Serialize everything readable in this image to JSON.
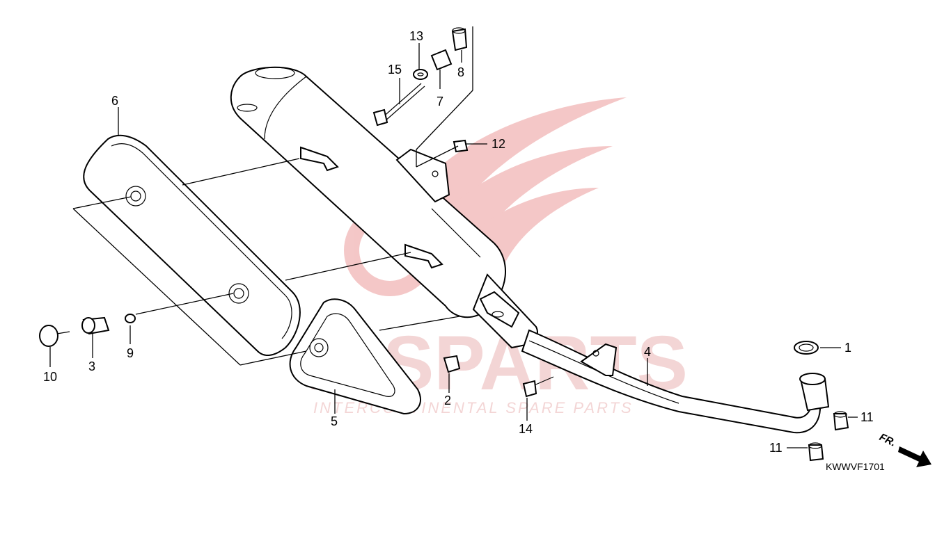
{
  "watermark": {
    "brand": "ICSPARTS",
    "tagline": "INTERCONTINENTAL SPARE PARTS",
    "color": "#e8a0a0"
  },
  "diagram_code": "KWWVF1701",
  "direction_label": "FR.",
  "callouts": {
    "c1": "1",
    "c2": "2",
    "c3": "3",
    "c4": "4",
    "c5": "5",
    "c6": "6",
    "c7": "7",
    "c8": "8",
    "c9": "9",
    "c10": "10",
    "c11a": "11",
    "c11b": "11",
    "c12": "12",
    "c13": "13",
    "c14": "14",
    "c15": "15"
  }
}
